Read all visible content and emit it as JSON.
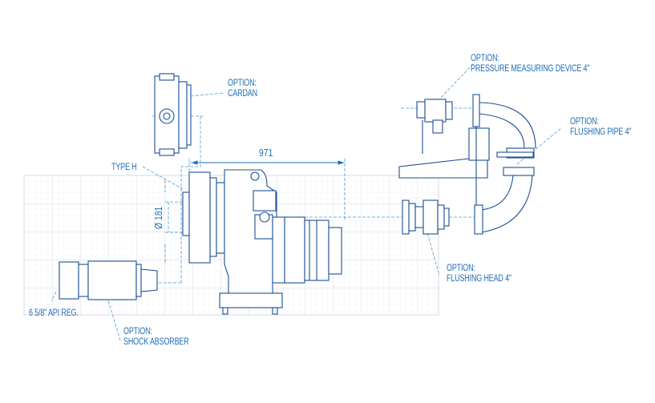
{
  "labels": {
    "cardan": {
      "line1": "OPTION:",
      "line2": "CARDAN"
    },
    "pressure_device": {
      "line1": "OPTION:",
      "line2": "PRESSURE MEASURING DEVICE 4\""
    },
    "flushing_pipe": {
      "line1": "OPTION:",
      "line2": "FLUSHING PIPE 4\""
    },
    "flushing_head": {
      "line1": "OPTION:",
      "line2": "FLUSHING HEAD 4\""
    },
    "shock_absorber": {
      "line1": "OPTION:",
      "line2": "SHOCK ABSORBER"
    },
    "type": "TYPE H",
    "api": "6 5/8\" API REG."
  },
  "dimensions": {
    "length": "971",
    "diameter": "Ø 181"
  },
  "colors": {
    "line": "#1b4f93",
    "label": "#1f6cb5",
    "dash": "#4a9fd8",
    "grid": "#d9dde2"
  }
}
